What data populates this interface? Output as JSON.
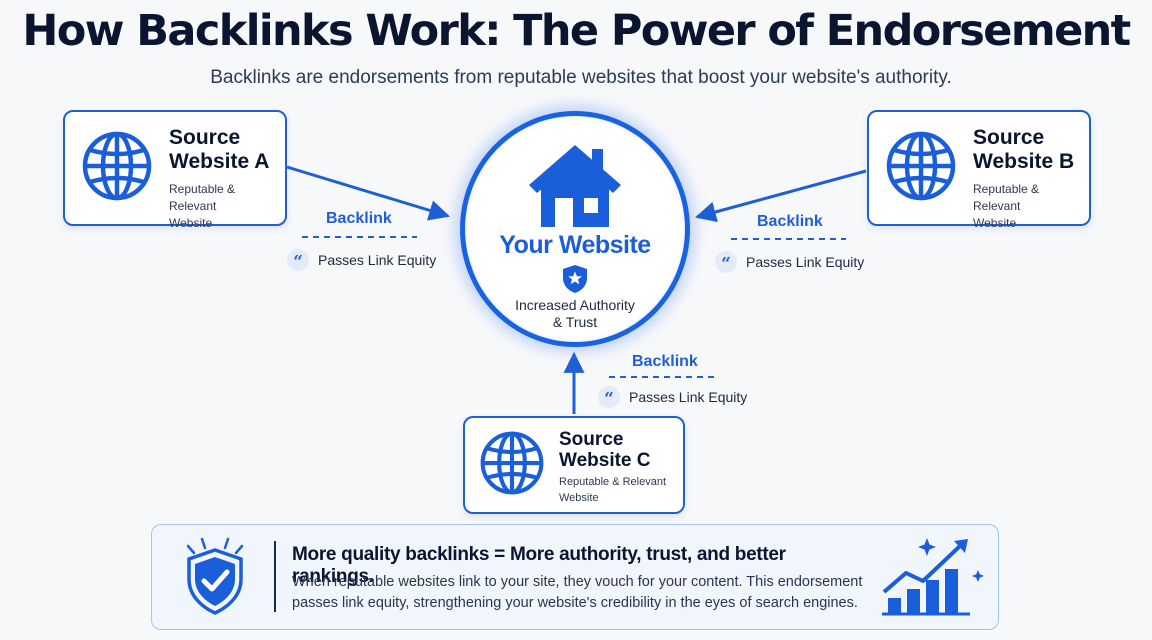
{
  "title": "How Backlinks Work: The Power of Endorsement",
  "subtitle": "Backlinks are endorsements from reputable websites that boost your website's authority.",
  "sources": [
    {
      "name_line1": "Source",
      "name_line2": "Website A",
      "desc_line1": "Reputable & Relevant",
      "desc_line2": "Website",
      "icon": "globe-icon"
    },
    {
      "name_line1": "Source",
      "name_line2": "Website B",
      "desc_line1": "Reputable & Relevant",
      "desc_line2": "Website",
      "icon": "globe-icon"
    },
    {
      "name_line1": "Source",
      "name_line2": "Website C",
      "desc_line1": "Reputable & Relevant",
      "desc_line2": "Website",
      "icon": "globe-icon"
    }
  ],
  "hub": {
    "title": "Your Website",
    "desc_line1": "Increased Authority",
    "desc_line2": "& Trust",
    "icon": "house-icon",
    "badge_icon": "shield-star-icon"
  },
  "links": [
    {
      "label": "Backlink",
      "equity": "Passes Link Equity",
      "icon": "quote-icon"
    },
    {
      "label": "Backlink",
      "equity": "Passes Link Equity",
      "icon": "quote-icon"
    },
    {
      "label": "Backlink",
      "equity": "Passes Link Equity",
      "icon": "quote-icon"
    }
  ],
  "quote_glyph": "“",
  "summary": {
    "heading": "More quality backlinks = More authority, trust, and better rankings.",
    "text_line1": "When reputable websites link to your site, they vouch for your content. This endorsement",
    "text_line2": "passes link equity, strengthening your website's credibility in the eyes of search engines.",
    "left_icon": "shield-check-icon",
    "right_icon": "rising-bar-chart-icon"
  },
  "colors": {
    "accent": "#1f5fd6",
    "title": "#0a1530",
    "background": "#f7f8fa"
  }
}
